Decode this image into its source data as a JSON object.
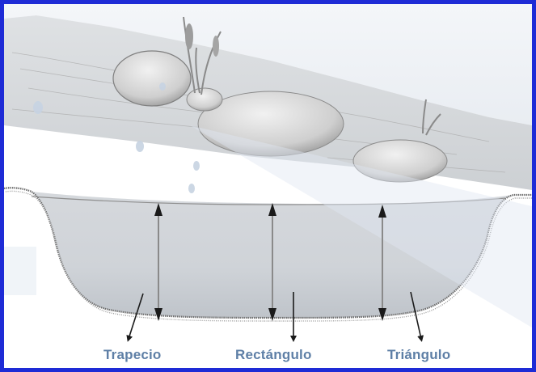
{
  "labels": {
    "trapecio": "Trapecio",
    "rectangulo": "Rectángulo",
    "triangulo": "Triángulo"
  },
  "colors": {
    "frame": "#1e2bd6",
    "label_text": "#5e7fa6",
    "arrow": "#1a1a1a",
    "depth_arrow": "#8a8a8a",
    "water_tint": "#dfe7f2",
    "sketch": "#8c8c8c"
  }
}
